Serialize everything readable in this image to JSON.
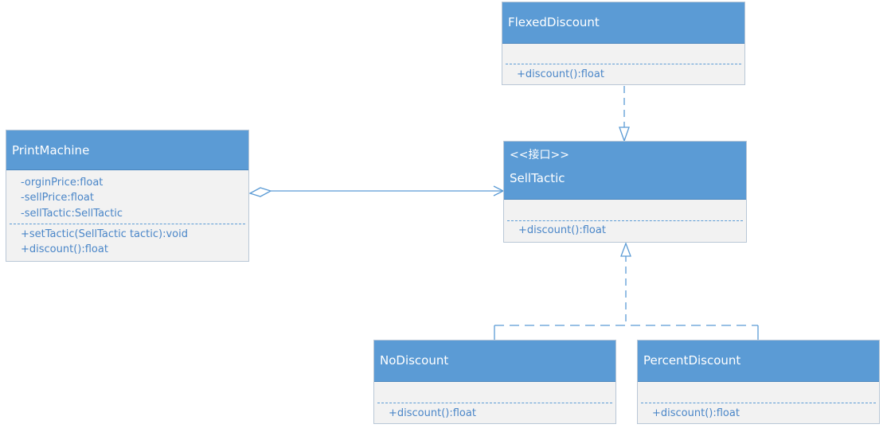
{
  "colors": {
    "header_bg": "#5b9bd5",
    "body_bg": "#f2f2f2",
    "line": "#5b9bd5",
    "text": "#4a86c8"
  },
  "classes": {
    "flexed_discount": {
      "name": "FlexedDiscount",
      "attributes": [],
      "operations": [
        "+discount():float"
      ]
    },
    "print_machine": {
      "name": "PrintMachine",
      "attributes": [
        "-orginPrice:float",
        "-sellPrice:float",
        "-sellTactic:SellTactic"
      ],
      "operations": [
        "+setTactic(SellTactic tactic):void",
        "+discount():float"
      ]
    },
    "sell_tactic": {
      "stereotype": "<<接口>>",
      "name": "SellTactic",
      "attributes": [],
      "operations": [
        "+discount():float"
      ]
    },
    "no_discount": {
      "name": "NoDiscount",
      "attributes": [],
      "operations": [
        "+discount():float"
      ]
    },
    "percent_discount": {
      "name": "PercentDiscount",
      "attributes": [],
      "operations": [
        "+discount():float"
      ]
    }
  },
  "relations": [
    {
      "from": "print_machine",
      "to": "sell_tactic",
      "kind": "aggregation"
    },
    {
      "from": "flexed_discount",
      "to": "sell_tactic",
      "kind": "realization"
    },
    {
      "from": "no_discount",
      "to": "sell_tactic",
      "kind": "realization"
    },
    {
      "from": "percent_discount",
      "to": "sell_tactic",
      "kind": "realization"
    }
  ]
}
